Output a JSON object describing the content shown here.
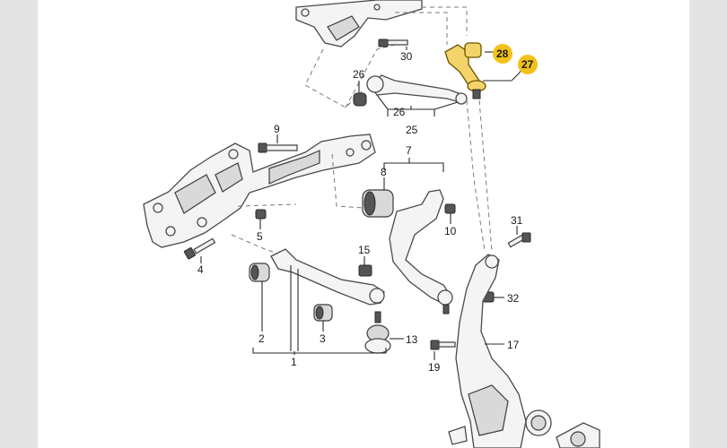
{
  "labels": {
    "l1": "1",
    "l2": "2",
    "l3": "3",
    "l4": "4",
    "l5": "5",
    "l7": "7",
    "l8": "8",
    "l9": "9",
    "l10": "10",
    "l13": "13",
    "l15": "15",
    "l17": "17",
    "l19": "19",
    "l25": "25",
    "l26": "26",
    "l26b": "26",
    "l27": "27",
    "l28": "28",
    "l30": "30",
    "l31": "31",
    "l32": "32"
  },
  "colors": {
    "highlight": "#f2c21a",
    "background": "#ffffff",
    "margin": "#e4e4e4"
  }
}
